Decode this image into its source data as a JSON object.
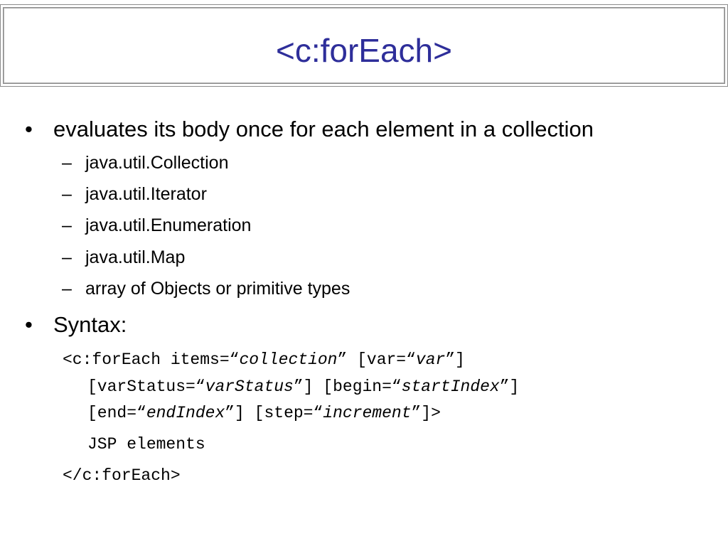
{
  "slide": {
    "title": "<c:forEach>"
  },
  "bullets": [
    {
      "marker": "•",
      "text": "evaluates its body once for each element in a collection",
      "subitems": [
        {
          "marker": "–",
          "text": "java.util.Collection"
        },
        {
          "marker": "–",
          "text": "java.util.Iterator"
        },
        {
          "marker": "–",
          "text": "java.util.Enumeration"
        },
        {
          "marker": "–",
          "text": "java.util.Map"
        },
        {
          "marker": "–",
          "text": "array of Objects or primitive types"
        }
      ]
    },
    {
      "marker": "•",
      "text": "Syntax:"
    }
  ],
  "syntax": {
    "line1": {
      "a": "<c:forEach items=“",
      "b": "collection",
      "c": "” [var=“",
      "d": "var",
      "e": "”]"
    },
    "line2": {
      "a": "[varStatus=“",
      "b": "varStatus",
      "c": "”] [begin=“",
      "d": "startIndex",
      "e": "”]"
    },
    "line3": {
      "a": "[end=“",
      "b": "endIndex",
      "c": "”] [step=“",
      "d": "increment",
      "e": "”]>"
    },
    "body": "JSP elements",
    "close": "</c:forEach>"
  }
}
